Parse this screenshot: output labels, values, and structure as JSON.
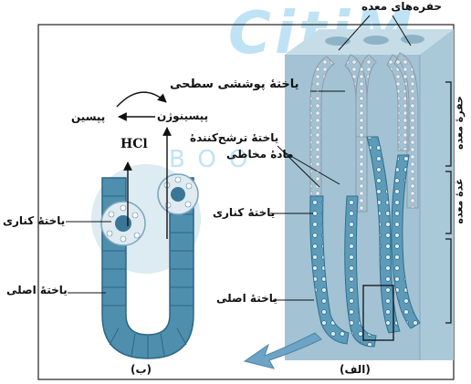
{
  "labels": {
    "gastric_pits": "حفره‌های معده",
    "surface_epithelial_cell": "یاختهٔ پوششی سطحی",
    "pepsinogen": "پپسینوژن",
    "pepsin": "پپسین",
    "hcl": "HCl",
    "mucus_secreting_cell_line1": "یاختهٔ ترشح‌کنندهٔ",
    "mucus_secreting_cell_line2": "مادهٔ مخاطی",
    "parietal_cell_right": "یاختهٔ کناری",
    "parietal_cell_left": "یاختهٔ کناری",
    "chief_cell_right": "یاختهٔ اصلی",
    "chief_cell_left": "یاختهٔ اصلی",
    "gastric_pit_side": "حفرهٔ معده",
    "gastric_gland_side": "غدهٔ معده",
    "panel_b": "(ب)",
    "panel_a": "(الف)"
  },
  "colors": {
    "tissue_block": "#a9c8d8",
    "tissue_top": "#c6dde8",
    "pit_cells": "#c9cfd8",
    "gland_cells": "#4f8fae",
    "arrow_blue": "#6da3c4",
    "watermark": "#bfe3f5"
  }
}
